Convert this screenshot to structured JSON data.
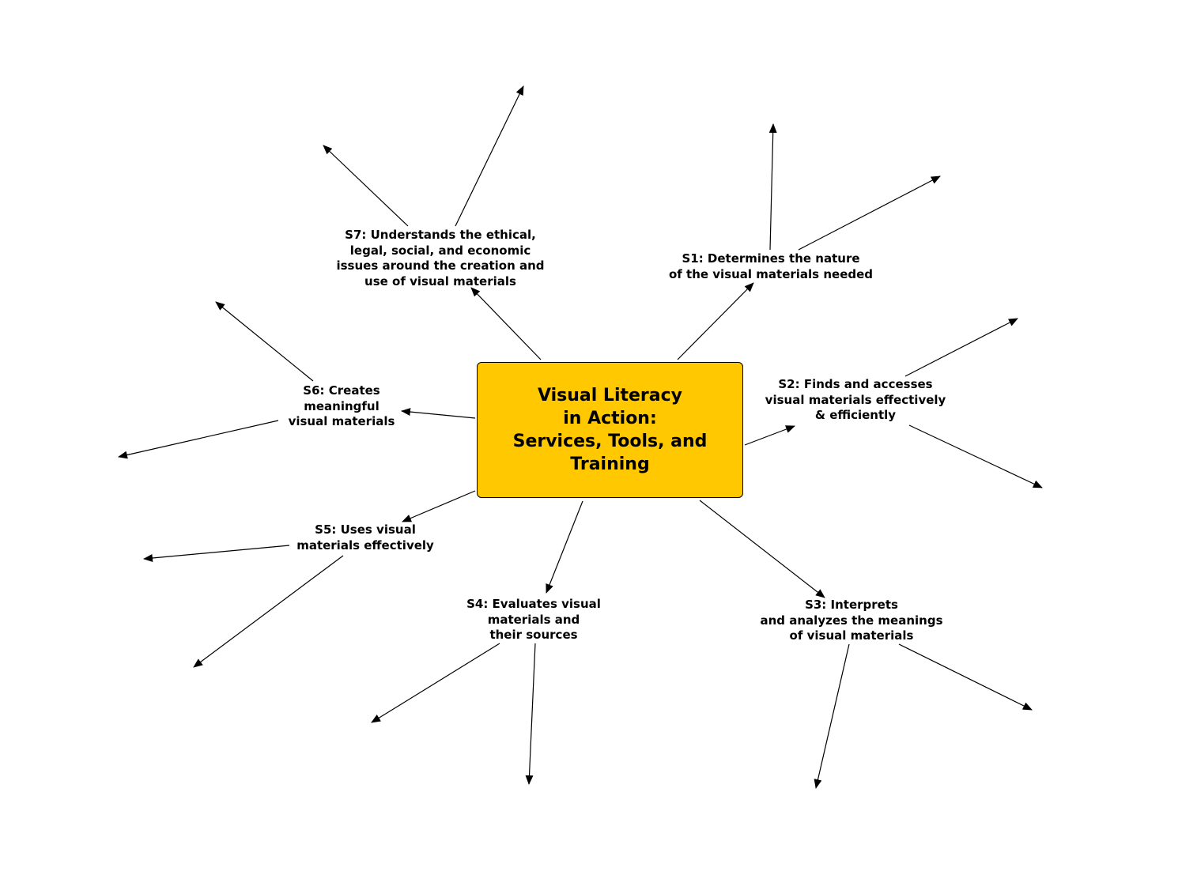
{
  "center": {
    "title": "Visual Literacy\nin Action:\nServices, Tools, and\nTraining",
    "fill": "#FFC800"
  },
  "line_color": "#000000",
  "nodes": [
    {
      "id": "s1",
      "label": "S1: Determines the nature\nof the visual materials needed"
    },
    {
      "id": "s2",
      "label": "S2: Finds and accesses\nvisual materials effectively\n& efficiently"
    },
    {
      "id": "s3",
      "label": "S3: Interprets\nand analyzes the meanings\nof visual materials"
    },
    {
      "id": "s4",
      "label": "S4: Evaluates visual\nmaterials and\n their sources"
    },
    {
      "id": "s5",
      "label": "S5: Uses visual\nmaterials effectively"
    },
    {
      "id": "s6",
      "label": "S6: Creates\nmeaningful\nvisual materials"
    },
    {
      "id": "s7",
      "label": "S7: Understands the ethical,\nlegal, social, and economic\nissues around the creation and\nuse of visual materials"
    }
  ]
}
